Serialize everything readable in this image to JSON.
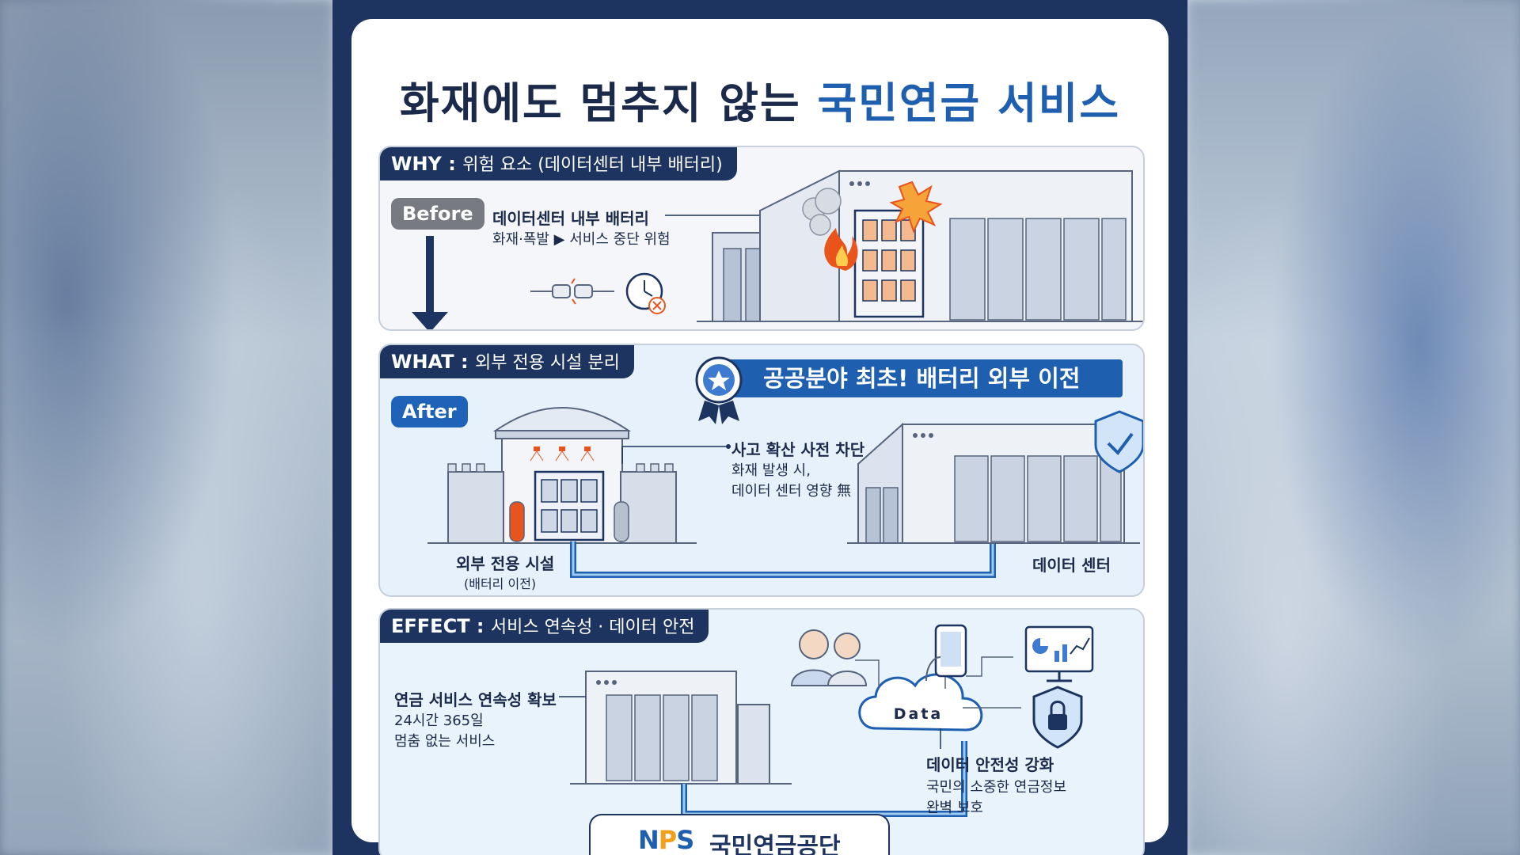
{
  "title": {
    "main": "화재에도 멈추지 않는 ",
    "accent": "국민연금 서비스"
  },
  "why": {
    "tab_head": "WHY : ",
    "tab_sub": "위험 요소 (데이터센터 내부 배터리)",
    "badge": "Before",
    "label_bold": "데이터센터 내부 배터리",
    "label_text": "화재·폭발 ▶ 서비스 중단 위험"
  },
  "what": {
    "tab_head": "WHAT : ",
    "tab_sub": "외부 전용 시설 분리",
    "badge": "After",
    "banner": "공공분야 최초! 배터리 외부 이전",
    "callout_bold": "사고 확산 사전 차단",
    "callout_line1": "화재 발생 시,",
    "callout_line2": "데이터 센터 영향 無",
    "facility_label": "외부 전용 시설",
    "facility_sub": "(배터리 이전)",
    "datacenter_label": "데이터 센터"
  },
  "effect": {
    "tab_head": "EFFECT : ",
    "tab_sub": "서비스 연속성 · 데이터 안전",
    "continuity_bold": "연금 서비스 연속성 확보",
    "continuity_line1": "24시간 365일",
    "continuity_line2": "멈춤 없는 서비스",
    "cloud_label": "Data",
    "safety_bold": "데이터 안전성 강화",
    "safety_line1": "국민의 소중한 연금정보",
    "safety_line2": "완벽 보호"
  },
  "footer": {
    "logo_n": "N",
    "logo_p": "P",
    "logo_s": "S",
    "org_name": "국민연금공단"
  },
  "colors": {
    "navy": "#1d3461",
    "accent_blue": "#1f5fb0",
    "before_gray": "#777a80",
    "fire": "#e8541c"
  },
  "icons": [
    "fire-icon",
    "explosion-icon",
    "battery-icon",
    "broken-plug-icon",
    "clock-cancel-icon",
    "award-badge-icon",
    "shield-check-icon",
    "fire-extinguisher-icon",
    "sprinkler-icon",
    "seniors-icon",
    "smartphone-icon",
    "monitor-chart-icon",
    "lock-shield-icon",
    "cloud-icon"
  ]
}
